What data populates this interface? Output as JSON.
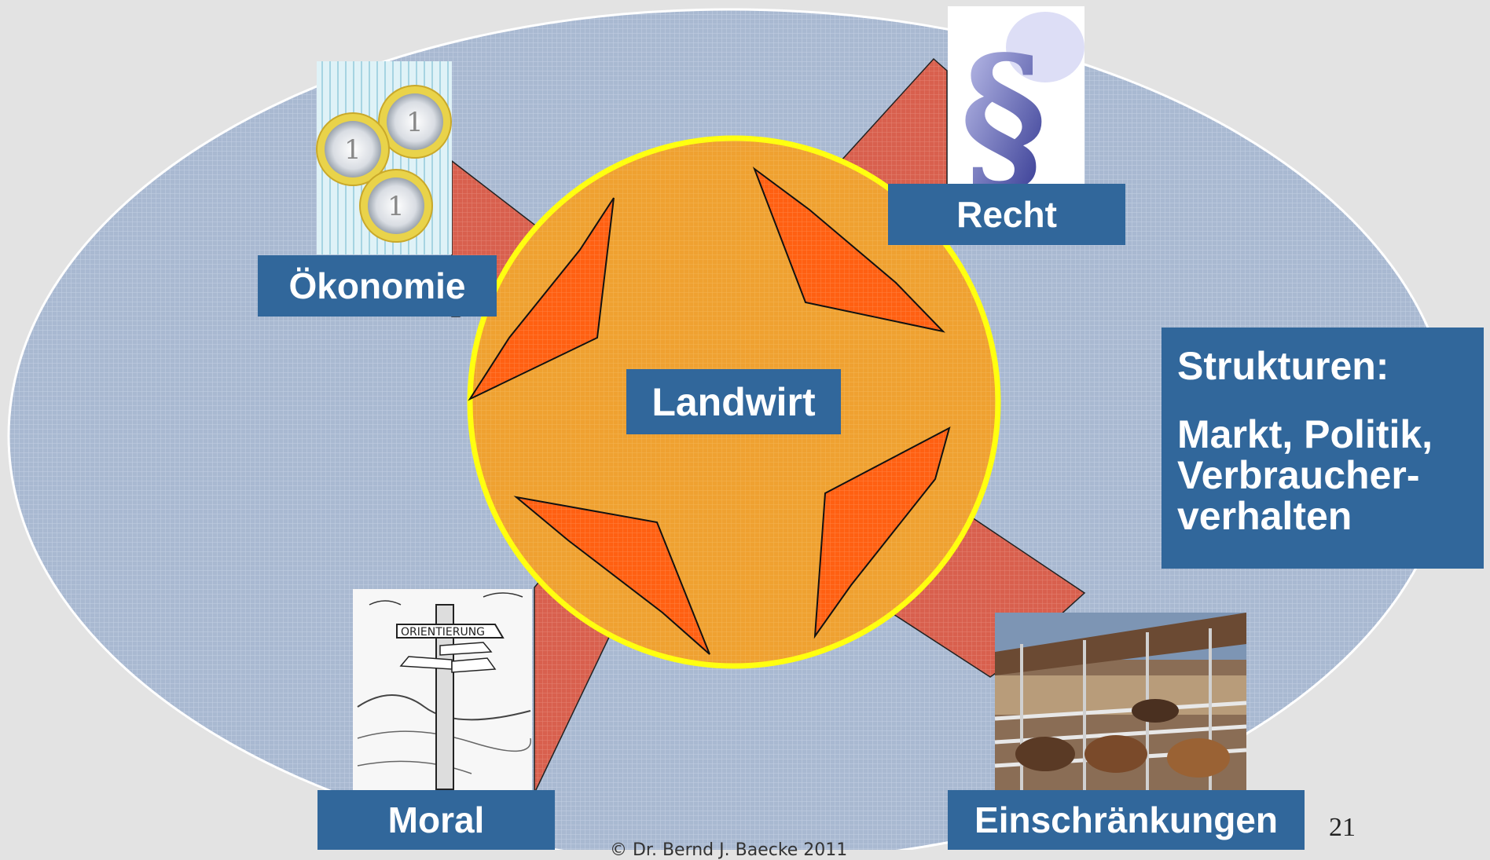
{
  "center": {
    "label": "Landwirt"
  },
  "influences": [
    {
      "id": "oekonomie",
      "label": "Ökonomie",
      "image": "euro-coins-icon"
    },
    {
      "id": "recht",
      "label": "Recht",
      "image": "paragraph-sign-icon"
    },
    {
      "id": "moral",
      "label": "Moral",
      "image": "orientation-signpost-sketch"
    },
    {
      "id": "einschraenkungen",
      "label": "Einschränkungen",
      "image": "cattle-barn-photo"
    }
  ],
  "structures": {
    "title": "Strukturen:",
    "lines": [
      "Markt, Politik,",
      "Verbraucher-",
      "verhalten"
    ]
  },
  "page_number": "21",
  "footer": "© Dr. Bernd J. Baecke 2011",
  "colors": {
    "background": "#e3e3e3",
    "ellipse": "#a7b8d0",
    "sun_fill": "#f0a030",
    "sun_border": "#ffff00",
    "arrow_inner": "#ff6010",
    "arrow_outer": "#d9604d",
    "label_box": "#31679b",
    "label_text": "#ffffff"
  }
}
